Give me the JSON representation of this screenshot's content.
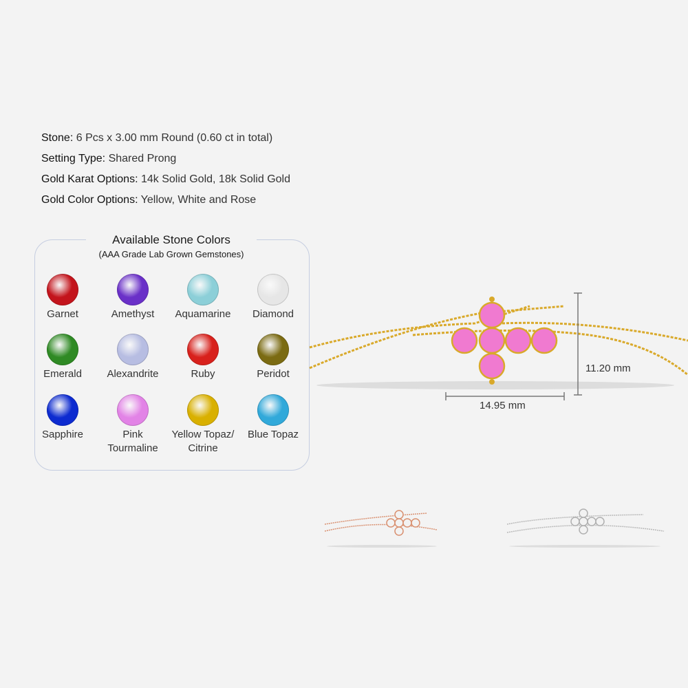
{
  "specs": [
    {
      "label": "Stone:",
      "value": "6 Pcs x 3.00 mm Round (0.60 ct in total)"
    },
    {
      "label": "Setting Type:",
      "value": "Shared Prong"
    },
    {
      "label": "Gold Karat Options:",
      "value": "14k Solid Gold, 18k Solid Gold"
    },
    {
      "label": "Gold Color Options:",
      "value": "Yellow, White and Rose"
    }
  ],
  "stone_colors": {
    "title": "Available Stone Colors",
    "subtitle": "(AAA Grade Lab Grown Gemstones)",
    "items": [
      {
        "name": "Garnet",
        "color": "#c3141c"
      },
      {
        "name": "Amethyst",
        "color": "#6a30c8"
      },
      {
        "name": "Aquamarine",
        "color": "#8ccfd8"
      },
      {
        "name": "Diamond",
        "color": "#e6e6e6"
      },
      {
        "name": "Emerald",
        "color": "#2f8a24"
      },
      {
        "name": "Alexandrite",
        "color": "#b7bde2"
      },
      {
        "name": "Ruby",
        "color": "#d8211c"
      },
      {
        "name": "Peridot",
        "color": "#7b6b12"
      },
      {
        "name": "Sapphire",
        "color": "#0d2bd0"
      },
      {
        "name": "Pink Tourmaline",
        "color": "#e283e6"
      },
      {
        "name": "Yellow Topaz/ Citrine",
        "color": "#d9b000"
      },
      {
        "name": "Blue Topaz",
        "color": "#31a9da"
      }
    ]
  },
  "dimensions": {
    "height": "11.20 mm",
    "width": "14.95 mm"
  },
  "colors": {
    "yellow_gold": "#d9a92a",
    "rose_gold": "#d99070",
    "white_gold": "#b8b8b8",
    "pink_stone": "#f07ad0"
  }
}
